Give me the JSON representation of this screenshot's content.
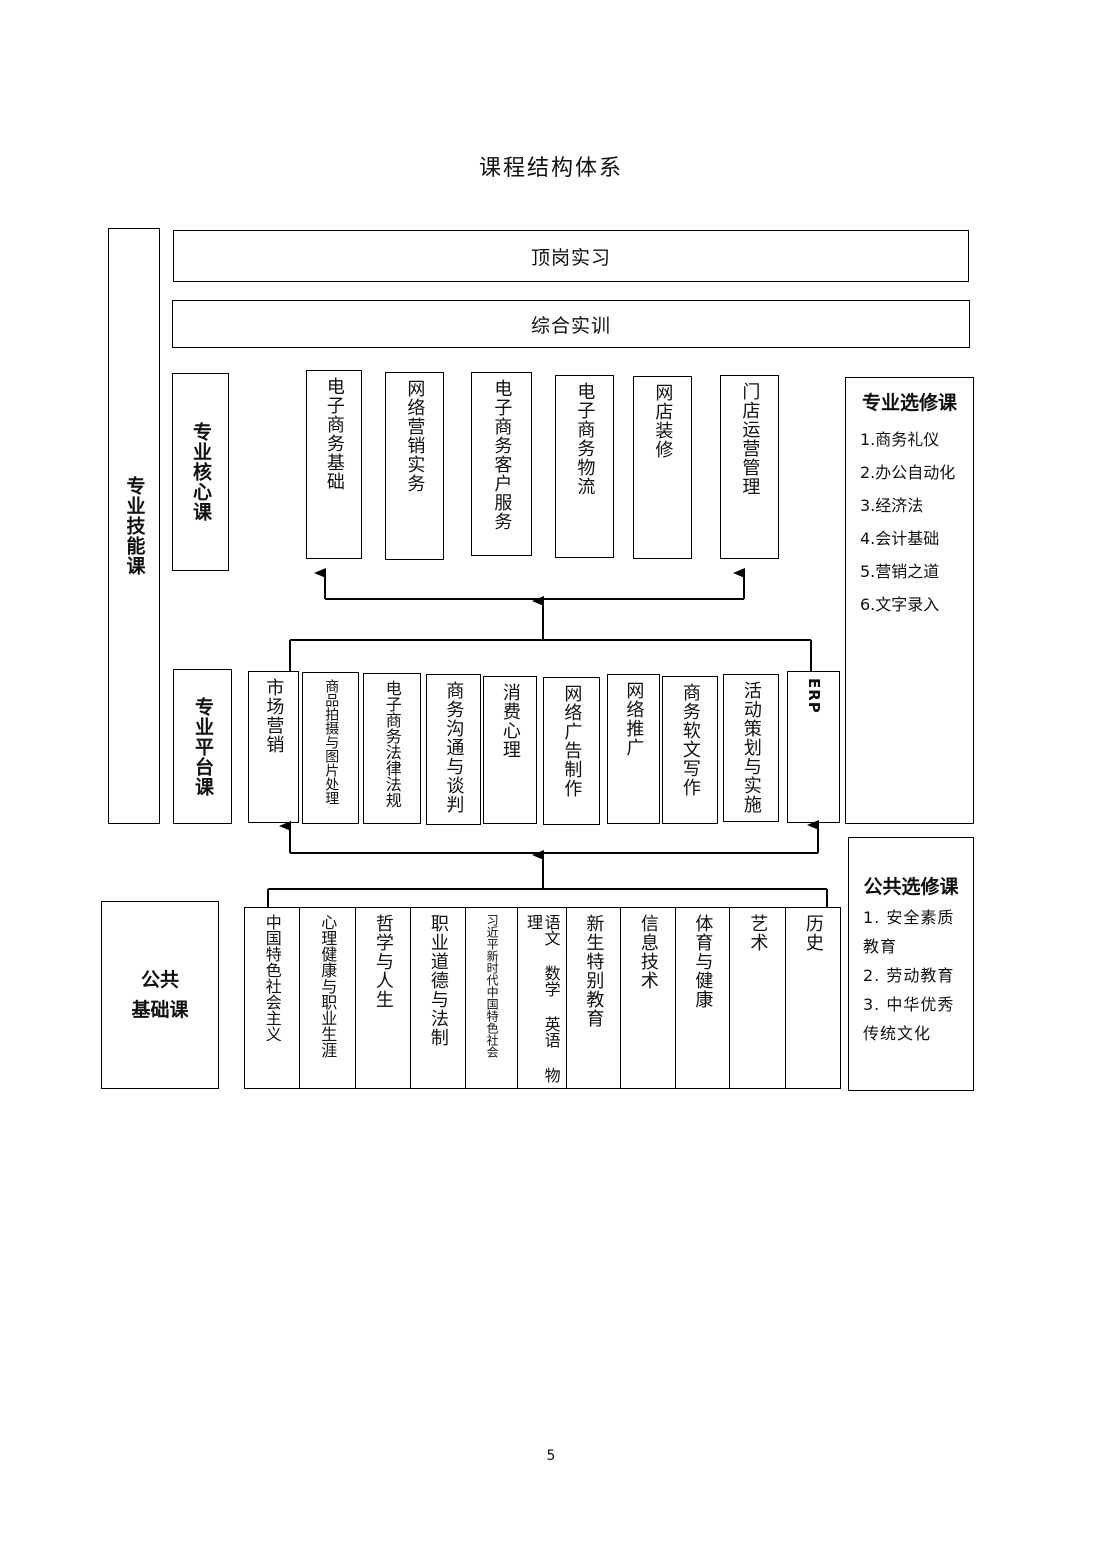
{
  "title": "课程结构体系",
  "page_number": "5",
  "skill_group_label": "专业技能课",
  "top_bars": [
    "顶岗实习",
    "综合实训"
  ],
  "core": {
    "label": "专业核心课",
    "courses": [
      "电子商务基础",
      "网络营销实务",
      "电子商务客户服务",
      "电子商务物流",
      "网店装修",
      "门店运营管理"
    ]
  },
  "platform": {
    "label": "专业平台课",
    "courses": [
      "市场营销",
      "商品拍摄与图片处理",
      "电子商务法律法规",
      "商务沟通与谈判",
      "消费心理",
      "网络广告制作",
      "网络推广",
      "商务软文写作",
      "活动策划与实施",
      "ERP"
    ]
  },
  "public_basic": {
    "label_line1": "公共",
    "label_line2": "基础课",
    "courses": [
      "中国特色社会主义",
      "心理健康与职业生涯",
      "哲学与人生",
      "职业道德与法制",
      "习近平新时代中国特色社会",
      "语文 数学 英语 物理",
      "新生特别教育",
      "信息技术",
      "体育与健康",
      "艺术",
      "历史"
    ]
  },
  "major_elective": {
    "title": "专业选修课",
    "items": [
      "1.商务礼仪",
      "2.办公自动化",
      "3.经济法",
      "4.会计基础",
      "5.营销之道",
      "6.文字录入"
    ]
  },
  "public_elective": {
    "title": "公共选修课",
    "items": [
      "1. 安全素质教育",
      "2. 劳动教育",
      "3. 中华优秀传统文化"
    ]
  }
}
